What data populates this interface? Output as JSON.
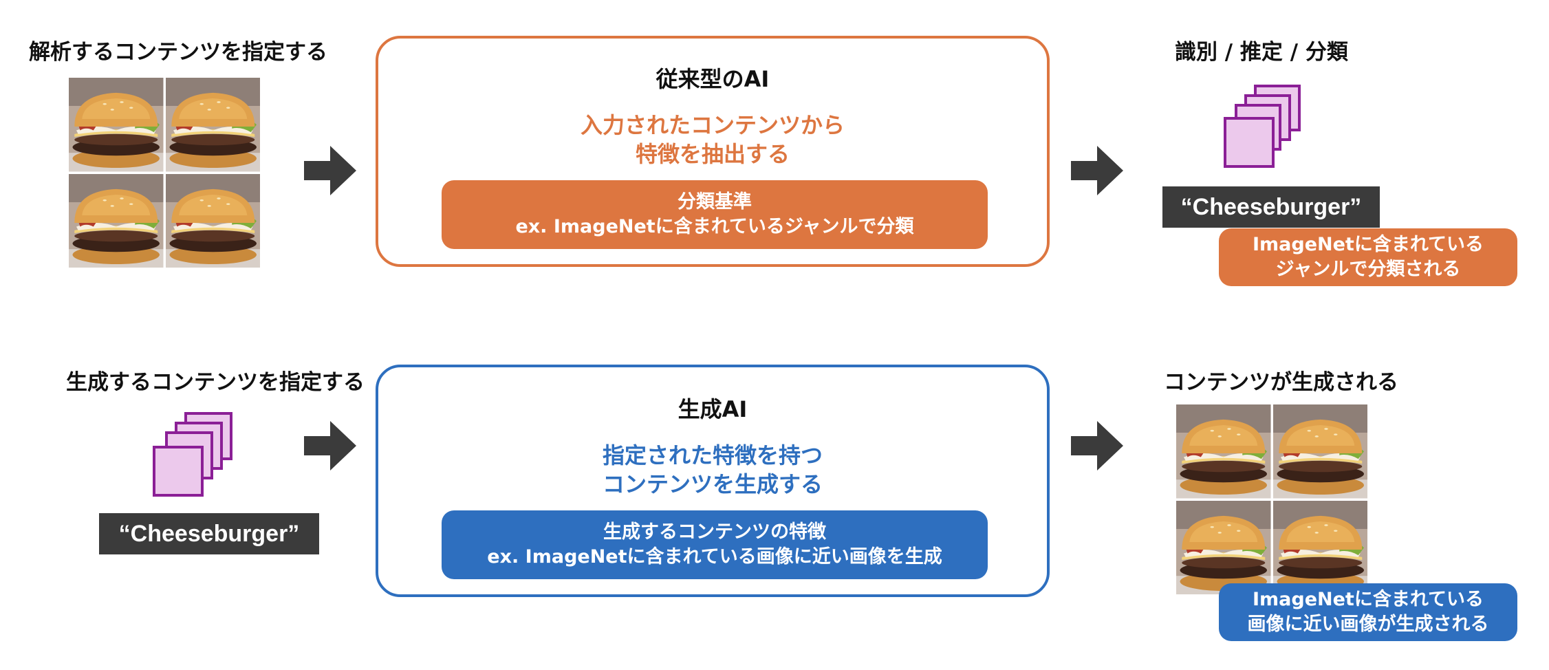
{
  "colors": {
    "orange": "#dd7640",
    "blue": "#2e6fbf",
    "dark": "#3b3b3b",
    "purple_stroke": "#8b1f96",
    "purple_fill": "#ecc9ec"
  },
  "top": {
    "input_heading": "解析するコンテンツを指定する",
    "box": {
      "title": "従来型のAI",
      "desc_line1": "入力されたコンテンツから",
      "desc_line2": "特徴を抽出する",
      "pill_line1": "分類基準",
      "pill_line2": "ex. ImageNetに含まれているジャンルで分類"
    },
    "output_heading": "識別 / 推定 / 分類",
    "tag": "“Cheeseburger”",
    "result_line1": "ImageNetに含まれている",
    "result_line2": "ジャンルで分類される"
  },
  "bottom": {
    "input_heading": "生成するコンテンツを指定する",
    "tag": "“Cheeseburger”",
    "box": {
      "title": "生成AI",
      "desc_line1": "指定された特徴を持つ",
      "desc_line2": "コンテンツを生成する",
      "pill_line1": "生成するコンテンツの特徴",
      "pill_line2": "ex. ImageNetに含まれている画像に近い画像を生成"
    },
    "output_heading": "コンテンツが生成される",
    "result_line1": "ImageNetに含まれている",
    "result_line2": "画像に近い画像が生成される"
  }
}
